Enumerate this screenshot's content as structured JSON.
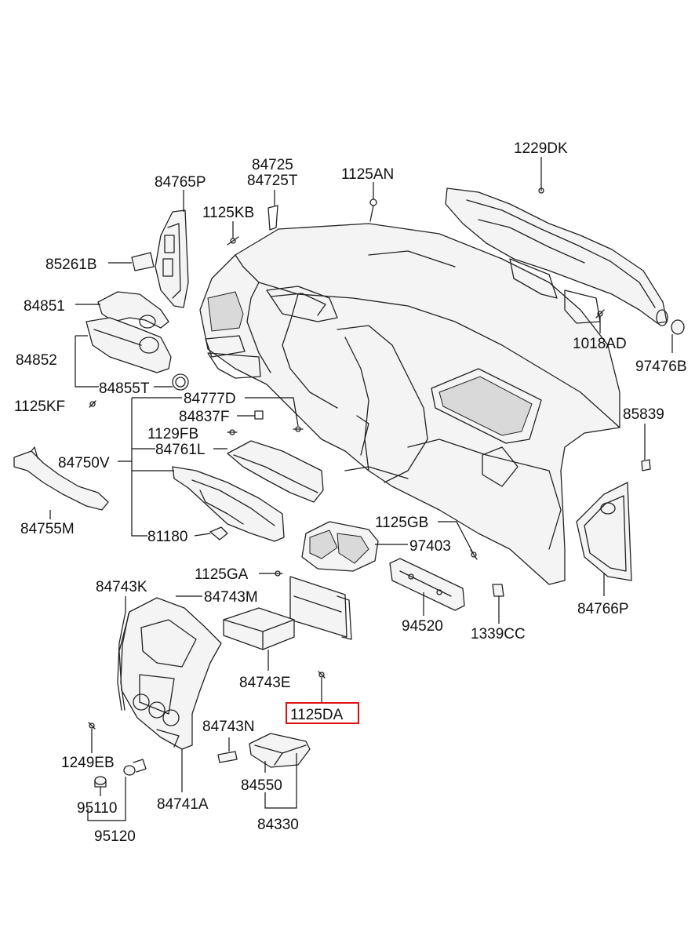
{
  "labels": {
    "p1229DK": "1229DK",
    "p84725": "84725",
    "p84725T": "84725T",
    "p1125AN": "1125AN",
    "p84765P": "84765P",
    "p1125KB": "1125KB",
    "p85261B": "85261B",
    "p84851": "84851",
    "p84852": "84852",
    "p84855T": "84855T",
    "p1125KF": "1125KF",
    "p84777D": "84777D",
    "p84837F": "84837F",
    "p1129FB": "1129FB",
    "p84761L": "84761L",
    "p84750V": "84750V",
    "p84755M": "84755M",
    "p81180": "81180",
    "p1125GB": "1125GB",
    "p97403": "97403",
    "p1125GA": "1125GA",
    "p84743K": "84743K",
    "p84743M": "84743M",
    "p94520": "94520",
    "p1339CC": "1339CC",
    "p84766P": "84766P",
    "p84743E": "84743E",
    "p1125DA": "1125DA",
    "p84743N": "84743N",
    "p1249EB": "1249EB",
    "p84550": "84550",
    "p95110": "95110",
    "p84741A": "84741A",
    "p84330": "84330",
    "p95120": "95120",
    "p1018AD": "1018AD",
    "p97476B": "97476B",
    "p85839": "85839"
  },
  "highlight": {
    "part": "1125DA",
    "color": "#dd1111"
  }
}
